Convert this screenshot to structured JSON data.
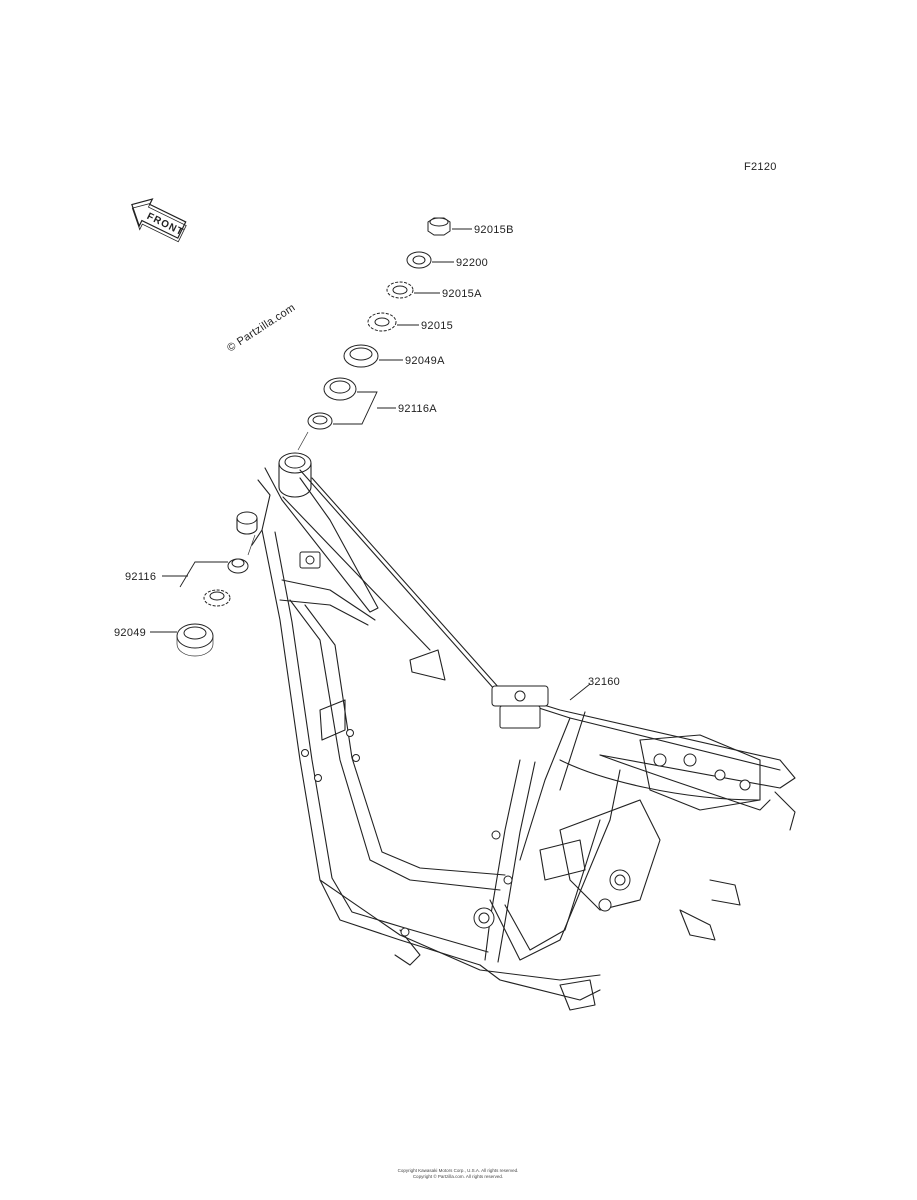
{
  "diagram_code": "F2120",
  "front_badge": "FRONT",
  "watermark": "© Partzilla.com",
  "parts": [
    {
      "id": "steering-stem-nut",
      "label": "92015B"
    },
    {
      "id": "washer",
      "label": "92200"
    },
    {
      "id": "lock-nut-upper",
      "label": "92015A"
    },
    {
      "id": "lock-nut",
      "label": "92015"
    },
    {
      "id": "seal-upper",
      "label": "92049A"
    },
    {
      "id": "bearing-upper",
      "label": "92116A"
    },
    {
      "id": "bearing-lower",
      "label": "92116"
    },
    {
      "id": "seal-lower",
      "label": "92049"
    },
    {
      "id": "frame",
      "label": "32160"
    }
  ],
  "footer_line1": "Copyright Kawasaki Motors Corp., U.S.A. All rights reserved.",
  "footer_line2": "Copyright © Partzilla.com. All rights reserved."
}
